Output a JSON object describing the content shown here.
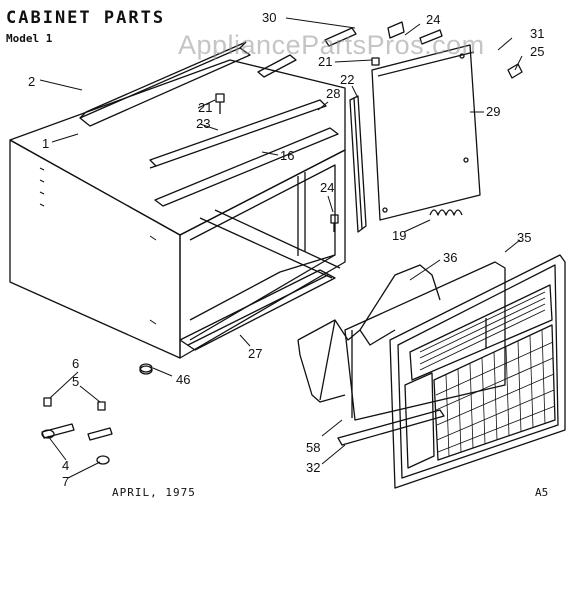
{
  "title": "CABINET PARTS",
  "model_label": "Model 1",
  "watermark": "AppliancePartsPros.com",
  "footer": {
    "date": "APRIL, 1975",
    "page": "A5"
  },
  "callouts": [
    "30",
    "24",
    "31",
    "25",
    "21",
    "22",
    "28",
    "29",
    "2",
    "1",
    "23",
    "16",
    "24",
    "19",
    "36",
    "35",
    "27",
    "46",
    "6",
    "5",
    "4",
    "7",
    "58",
    "32"
  ],
  "colors": {
    "line": "#111111",
    "watermark": "#969696"
  }
}
